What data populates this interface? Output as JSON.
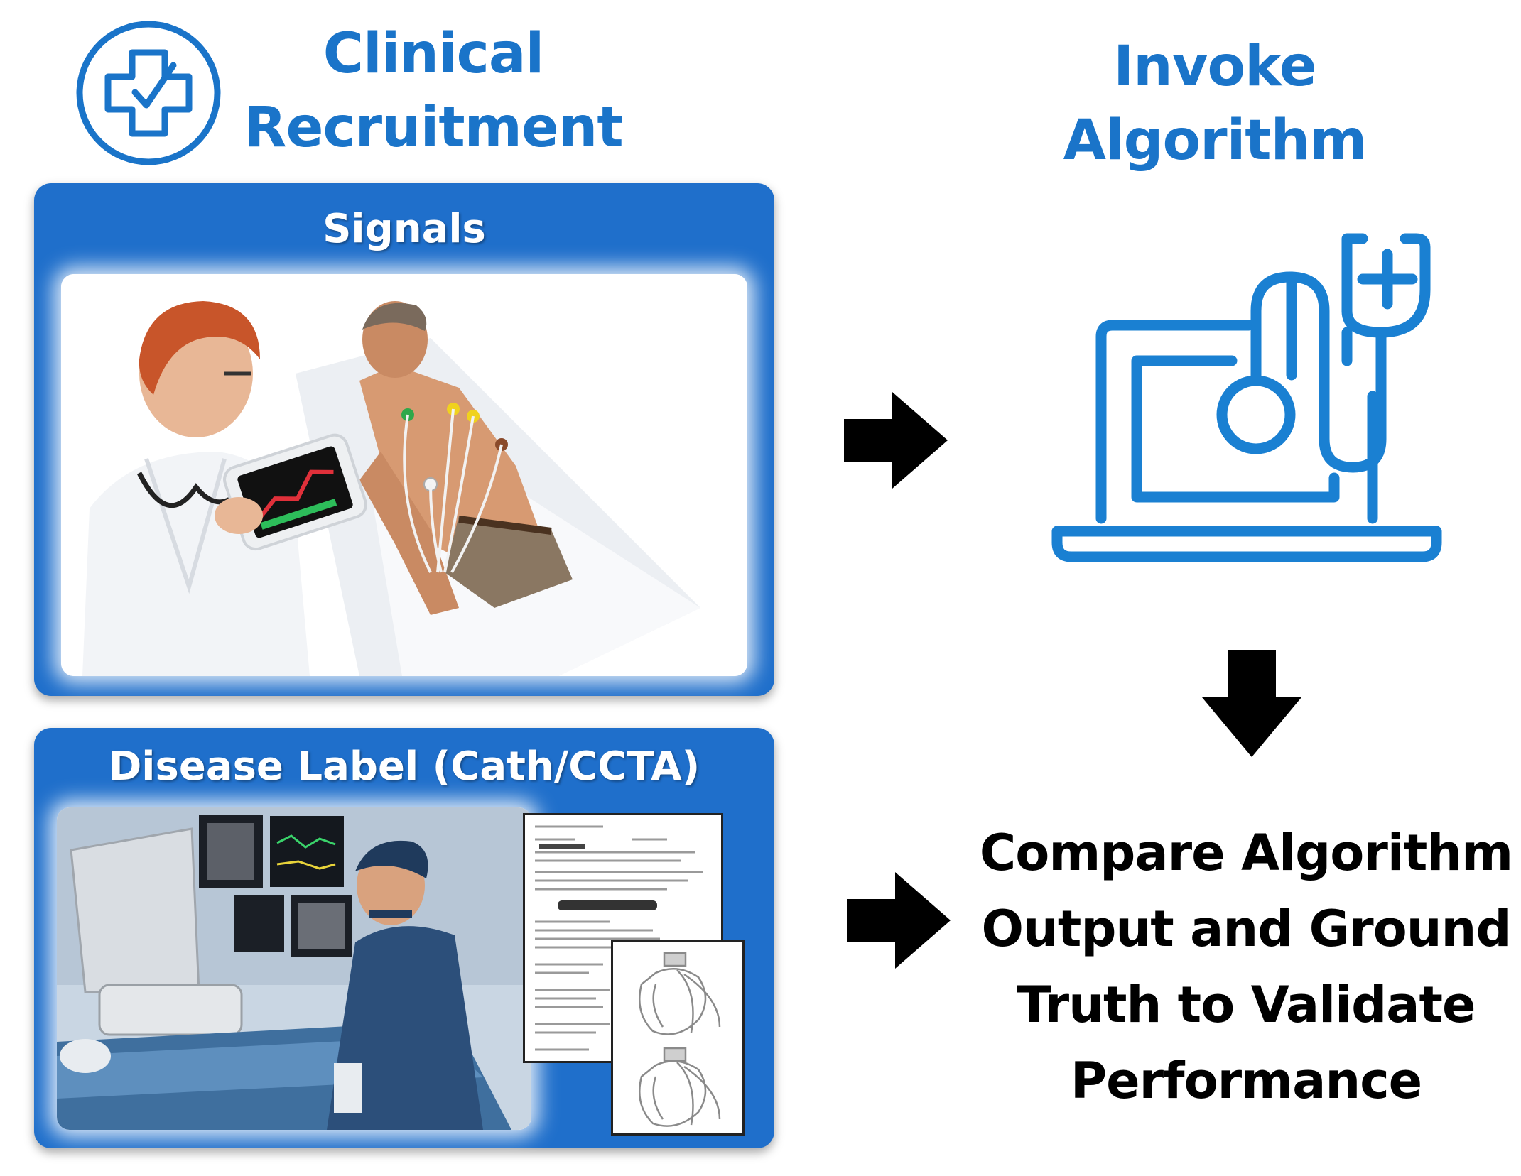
{
  "recruitment": {
    "title_line1": "Clinical",
    "title_line2": "Recruitment",
    "icon": "medical-cross-check-icon"
  },
  "algorithm": {
    "title_line1": "Invoke",
    "title_line2": "Algorithm",
    "icon": "laptop-stethoscope-icon"
  },
  "signals_panel": {
    "title": "Signals"
  },
  "disease_panel": {
    "title": "Disease Label (Cath/CCTA)"
  },
  "compare": {
    "line1": "Compare Algorithm",
    "line2": "Output and Ground",
    "line3": "Truth to Validate",
    "line4": "Performance"
  },
  "colors": {
    "accent_blue": "#1a74c9",
    "panel_blue": "#1f6fcb",
    "arrow": "#000000"
  }
}
